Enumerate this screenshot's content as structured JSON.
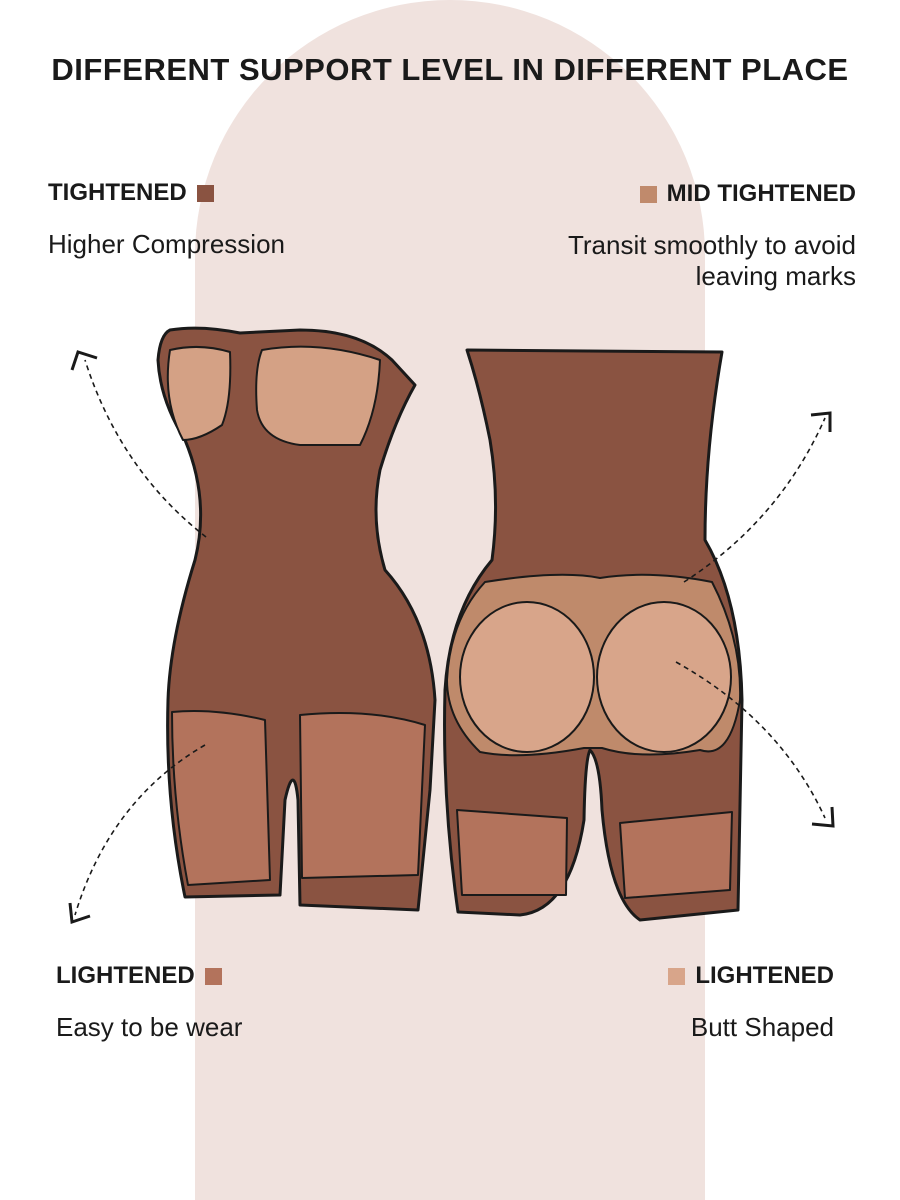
{
  "title": "DIFFERENT SUPPORT LEVEL IN DIFFERENT PLACE",
  "labels": {
    "top_left": {
      "heading": "TIGHTENED",
      "desc": "Higher Compression",
      "color": "#8a5341"
    },
    "top_right": {
      "heading": "MID TIGHTENED",
      "desc_line1": "Transit smoothly to avoid",
      "desc_line2": "leaving marks",
      "color": "#c08a6c"
    },
    "bottom_left": {
      "heading": "LIGHTENED",
      "desc": "Easy to be wear",
      "color": "#b3735c"
    },
    "bottom_right": {
      "heading": "LIGHTENED",
      "desc": "Butt Shaped",
      "color": "#d8a58a"
    }
  },
  "colors": {
    "background_arch": "#f0e2de",
    "outline": "#1a1a1a"
  }
}
